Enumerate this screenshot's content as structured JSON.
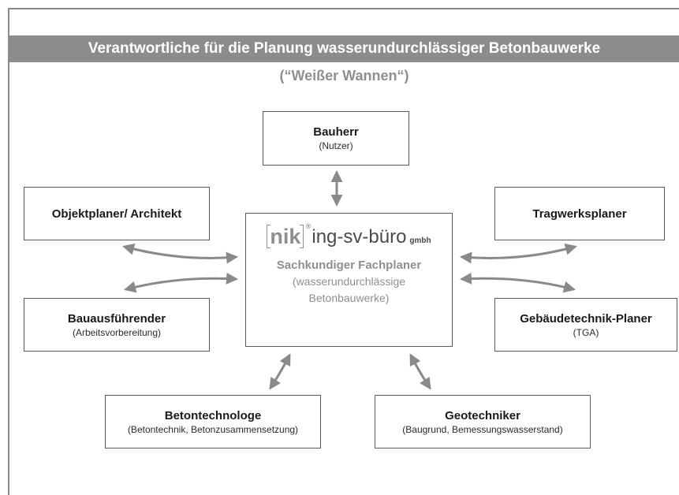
{
  "title": "Verantwortliche für die Planung wasserundurchlässiger Betonbauwerke",
  "subtitle": "(“Weißer Wannen“)",
  "center": {
    "logo_mark": "nik",
    "logo_registered": "®",
    "logo_text": "ing-sv-büro",
    "logo_suffix": "gmbh",
    "label": "Sachkundiger Fachplaner",
    "sub_line1": "(wasserundurchlässige",
    "sub_line2": "Betonbauwerke)"
  },
  "nodes": {
    "bauherr": {
      "label": "Bauherr",
      "sub": "(Nutzer)"
    },
    "objekt": {
      "label": "Objektplaner/ Architekt"
    },
    "trag": {
      "label": "Tragwerksplaner"
    },
    "bauaus": {
      "label": "Bauausführender",
      "sub": "(Arbeitsvorbereitung)"
    },
    "gebaeude": {
      "label": "Gebäudetechnik-Planer",
      "sub": "(TGA)"
    },
    "beton": {
      "label": "Betontechnologe",
      "sub": "(Betontechnik, Betonzusammensetzung)"
    },
    "geo": {
      "label": "Geotechniker",
      "sub": "(Baugrund, Bemessungswasserstand)"
    }
  },
  "colors": {
    "title_bar": "#8c8c8c",
    "accent_gray": "#8f8f8f",
    "arrow": "#8a8a8a",
    "box_border": "#5a5a5a"
  }
}
